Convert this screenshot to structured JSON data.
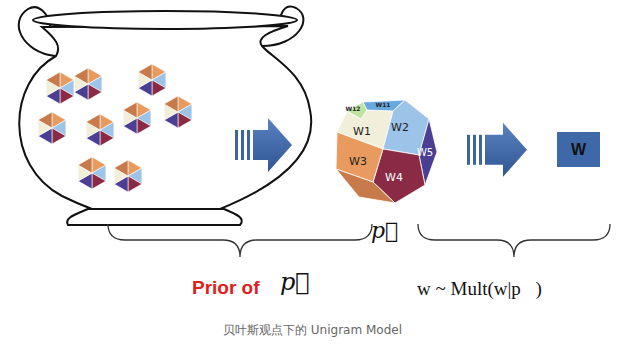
{
  "diagram": {
    "caption": "贝叶斯观点下的 Unigram Model",
    "nodes": [
      {
        "text": [
          "W12",
          "W11",
          "W1",
          "W2",
          "W5",
          "W3",
          "W4"
        ]
      },
      {
        "text": [
          "W"
        ]
      }
    ],
    "edges": [
      {
        "from": 0,
        "to": 1,
        "arrow": "to"
      }
    ],
    "labels": [
      "p⃗",
      "Prior of",
      "p⃗",
      "w ~ Mult(w|p⃗)"
    ]
  }
}
